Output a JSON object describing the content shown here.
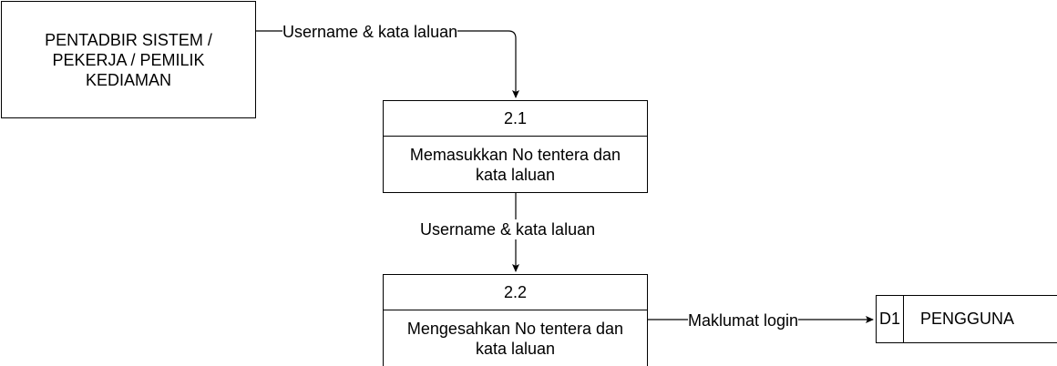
{
  "entity": {
    "label": "PENTADBIR SISTEM / PEKERJA / PEMILIK KEDIAMAN"
  },
  "processes": [
    {
      "number": "2.1",
      "description": "Memasukkan No tentera dan kata laluan"
    },
    {
      "number": "2.2",
      "description": "Mengesahkan No tentera dan kata laluan"
    }
  ],
  "flows": [
    {
      "label": "Username & kata laluan"
    },
    {
      "label": "Username & kata laluan"
    },
    {
      "label": "Maklumat login"
    }
  ],
  "data_store": {
    "id": "D1",
    "name": "PENGGUNA"
  }
}
